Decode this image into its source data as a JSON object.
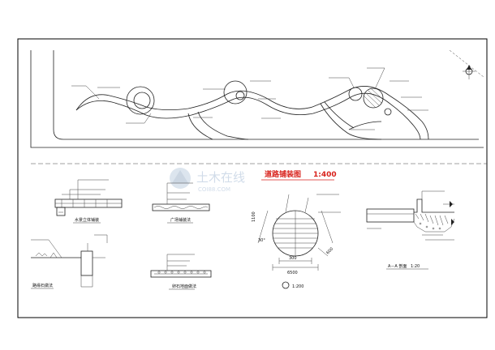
{
  "main_title": "道路铺装图",
  "main_scale": "1:400",
  "details": {
    "d1_label": "水景立体铺装",
    "d2_label": "广场铺装法",
    "d3_label": "路缘石做法",
    "d4_label": "卵石地面做法",
    "d5_scale": "1:200",
    "d6_label": "A－A 剖面",
    "d6_scale": "1:20"
  },
  "dims": {
    "d5_top": "1100",
    "d5_angle": "30°",
    "d5_inner": "300",
    "d5_outer": "6500",
    "d5_diag": "600"
  },
  "watermark": {
    "cn": "土木在线",
    "en": "COI88.COM"
  },
  "colors": {
    "line": "#222222",
    "title": "#d8211b",
    "watermark": "#c9d6e6"
  }
}
